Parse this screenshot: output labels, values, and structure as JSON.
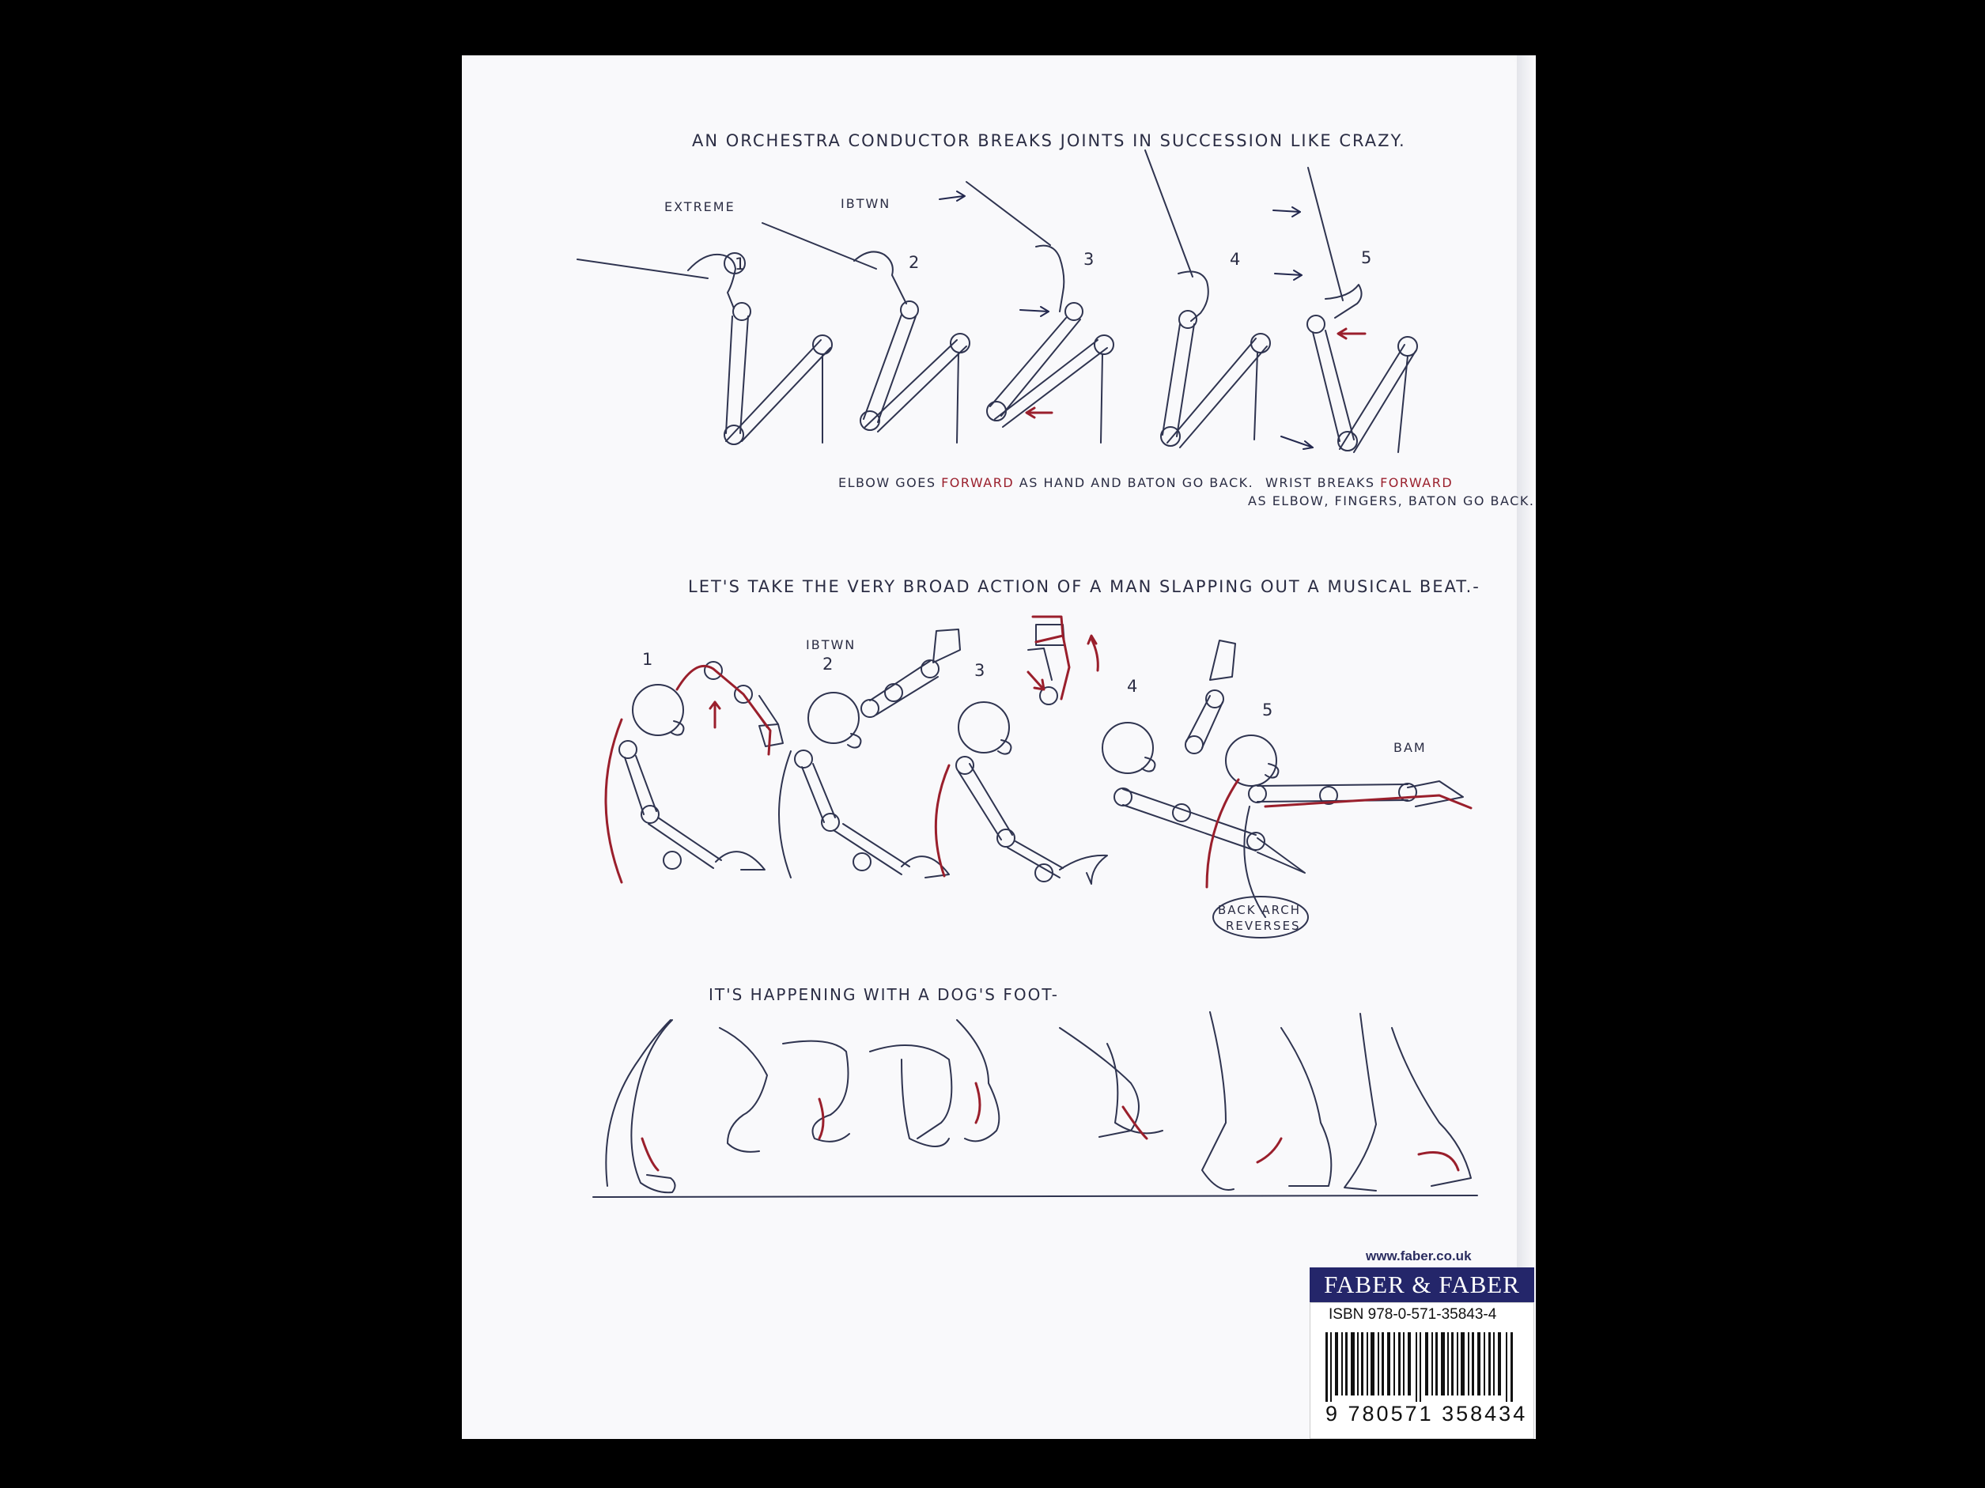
{
  "section1": {
    "heading": "AN ORCHESTRA CONDUCTOR BREAKS JOINTS IN SUCCESSION LIKE CRAZY.",
    "label_extreme": "EXTREME",
    "label_ibtwn": "IBTWN",
    "numbers": [
      "1",
      "2",
      "3",
      "4",
      "5"
    ],
    "caption1_a": "ELBOW GOES",
    "caption1_red": "FORWARD",
    "caption1_b": "AS HAND and BATON GO BACK.",
    "caption2_a": "WRIST BREAKS",
    "caption2_red": "FORWARD",
    "caption2_b": "AS ELBOW, FINGERS, BATON GO BACK."
  },
  "section2": {
    "heading": "LET'S TAKE the VERY BROAD ACTION OF A MAN SLAPPING OUT A MUSICAL BEAT.-",
    "label_ibtwn": "IBTWN",
    "numbers": [
      "1",
      "2",
      "3",
      "4",
      "5"
    ],
    "label_bam": "BAM",
    "note_line1": "BACK ARCH",
    "note_line2": "REVERSES"
  },
  "section3": {
    "heading": "IT'S HAPPENING WITH A DOG'S FOOT-"
  },
  "back_matter": {
    "url": "www.faber.co.uk",
    "publisher": "FABER & FABER",
    "isbn": "ISBN 978-0-571-35843-4",
    "barcode_number": "9 780571 358434"
  },
  "colors": {
    "ink": "#2b2d44",
    "accent_red": "#9a1f2c",
    "publisher_band": "#24266a",
    "background": "#000000",
    "paper": "#f9f9fb"
  }
}
